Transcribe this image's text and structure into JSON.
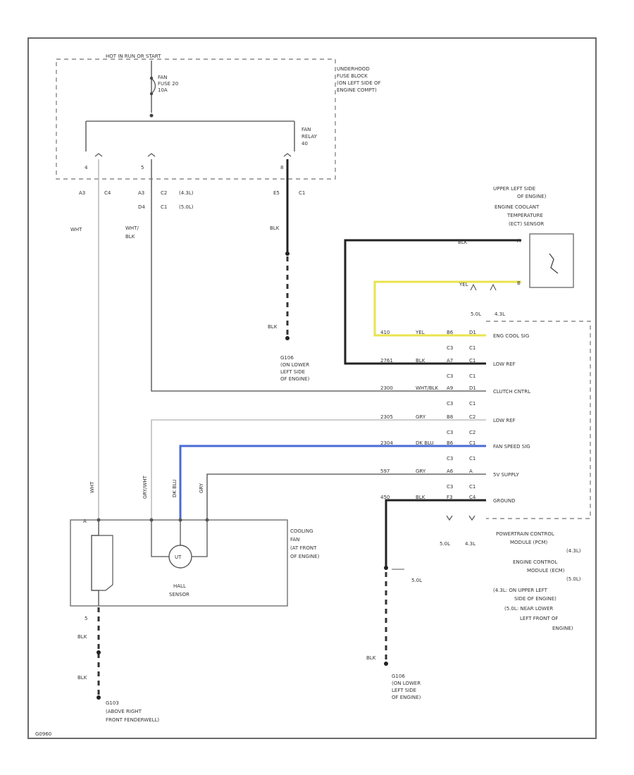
{
  "fuse_block": {
    "power_label": "HOT IN RUN OR START",
    "fuse_label": [
      "FAN",
      "FUSE 20",
      "10A"
    ],
    "block_label": [
      "UNDERHOOD",
      "FUSE BLOCK",
      "(ON LEFT SIDE OF",
      "ENGINE COMPT)"
    ],
    "relay_label": [
      "FAN",
      "RELAY",
      "40"
    ],
    "pin_numbers": [
      "4",
      "5",
      "8"
    ],
    "connector_left": [
      "A3",
      "C4"
    ],
    "connector_mid_top": [
      "A3",
      "C2",
      "(4.3L)"
    ],
    "connector_mid_bottom": [
      "D4",
      "C1",
      "(5.0L)"
    ],
    "connector_right": [
      "E5",
      "C1"
    ]
  },
  "wires": {
    "left_color": "WHT",
    "mid_color": [
      "WHT/",
      "BLK"
    ],
    "right_color_top": "BLK",
    "right_color_bottom": "BLK",
    "yel": "YEL"
  },
  "grounds": {
    "g106": [
      "G106",
      "(ON LOWER",
      "LEFT SIDE",
      "OF ENGINE)"
    ],
    "g103": [
      "G103",
      "(ABOVE RIGHT",
      "FRONT FENDERWELL)"
    ],
    "g106b": [
      "G106",
      "(ON LOWER",
      "LEFT SIDE",
      "OF ENGINE)"
    ]
  },
  "ect_sensor": {
    "label": [
      "UPPER LEFT SIDE",
      "OF ENGINE)",
      "ENGINE COOLANT",
      "TEMPERATURE",
      "(ECT) SENSOR"
    ],
    "pins": [
      "A",
      "B"
    ],
    "wire_top": "BLK",
    "wire_yel": "YEL"
  },
  "pcm": {
    "engine_heads": [
      "5.0L",
      "4.3L"
    ],
    "rows": [
      {
        "circuit": "410",
        "color": "YEL",
        "pin_a": "B6",
        "pin_b": "D1",
        "conn_a": "C3",
        "conn_b": "C1",
        "label": "ENG COOL SIG"
      },
      {
        "circuit": "2761",
        "color": "BLK",
        "pin_a": "A7",
        "pin_b": "C1",
        "conn_a": "C3",
        "conn_b": "C1",
        "label": "LOW REF"
      },
      {
        "circuit": "2300",
        "color": "WHT/BLK",
        "pin_a": "A9",
        "pin_b": "D1",
        "conn_a": "C3",
        "conn_b": "C1",
        "label": "CLUTCH CNTRL"
      },
      {
        "circuit": "2305",
        "color": "GRY",
        "pin_a": "B8",
        "pin_b": "C2",
        "conn_a": "C3",
        "conn_b": "C2",
        "label": "LOW REF"
      },
      {
        "circuit": "2304",
        "color": "DK BLU",
        "pin_a": "B6",
        "pin_b": "C1",
        "conn_a": "C3",
        "conn_b": "C1",
        "label": "FAN SPEED SIG"
      },
      {
        "circuit": "597",
        "color": "GRY",
        "pin_a": "A6",
        "pin_b": "A",
        "conn_a": "C3",
        "conn_b": "C1",
        "label": "5V SUPPLY"
      },
      {
        "circuit": "450",
        "color": "BLK",
        "pin_a": "F3",
        "pin_b": "C4",
        "conn_a": "",
        "conn_b": "",
        "label": "GROUND"
      }
    ],
    "bottom_pins": [
      "5.0L",
      "4.3L"
    ],
    "module_label": [
      "POWERTRAIN CONTROL",
      "MODULE (PCM)",
      "(4.3L)",
      "ENGINE CONTROL",
      "MODULE (ECM)",
      "(5.0L)",
      "(4.3L: ON UPPER LEFT",
      "SIDE OF ENGINE)",
      "(5.0L: NEAR LOWER",
      "LEFT FRONT OF",
      "ENGINE)"
    ]
  },
  "fan": {
    "label": [
      "COOLING",
      "FAN",
      "(AT FRONT",
      "OF ENGINE)"
    ],
    "hall_label": [
      "HALL",
      "SENSOR"
    ],
    "wire_colors": [
      "WHT",
      "GRY/WHT",
      "DK BLU",
      "GRY"
    ],
    "pin_a": "A",
    "motor_wire": "BLK"
  },
  "misc": {
    "g106_tag": "5.0L",
    "id": "G0960"
  },
  "colors": {
    "yellow_wire": "#e9e34e",
    "blue_wire": "#4a6bd6",
    "frame": "#6a6a6a"
  }
}
